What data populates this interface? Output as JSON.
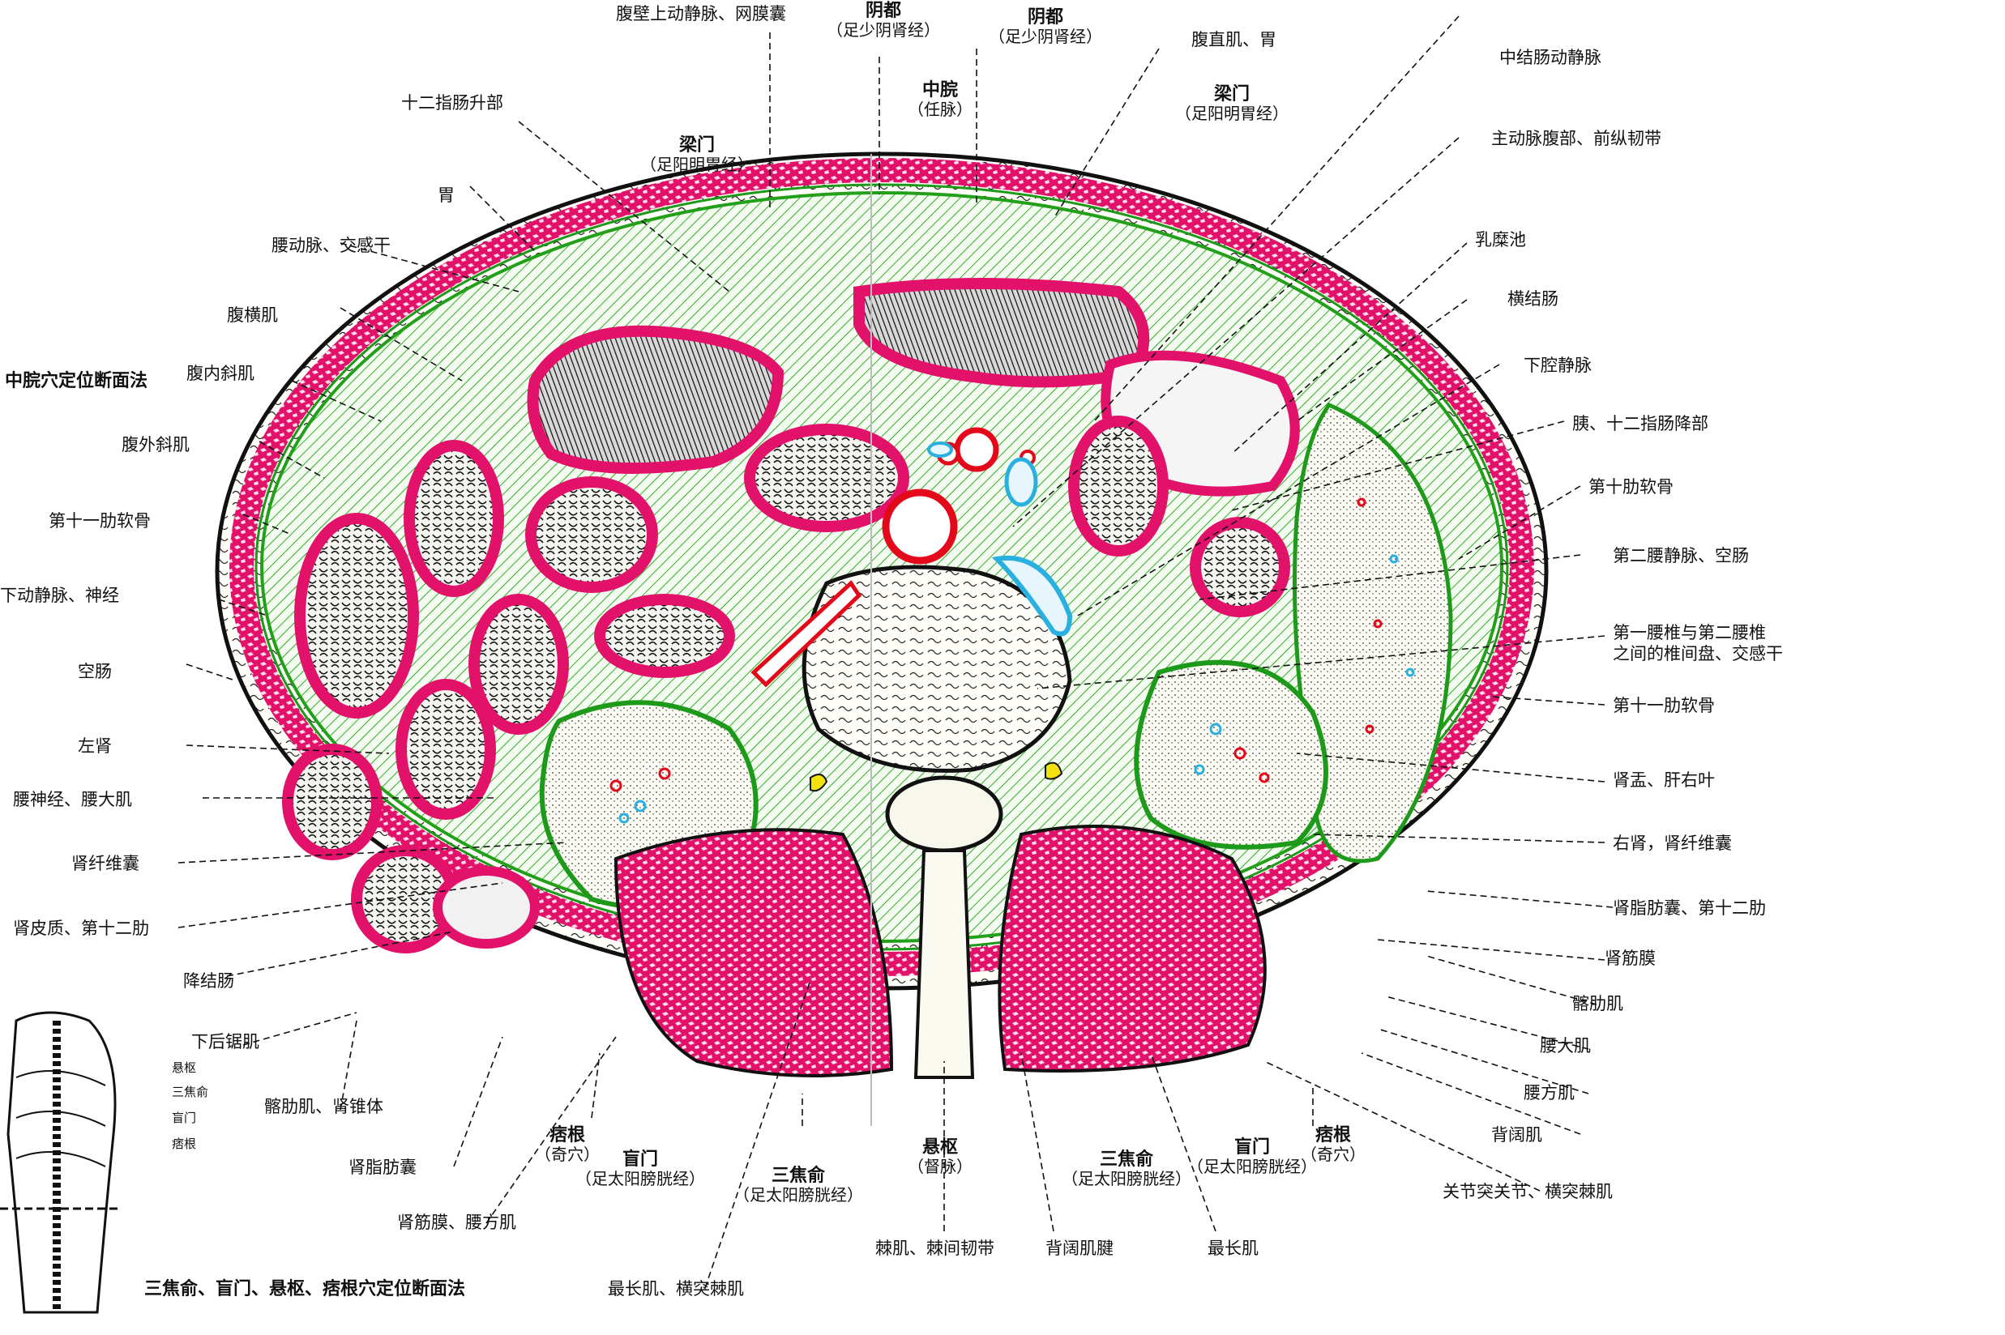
{
  "titles": {
    "top_left": "中脘穴定位断面法",
    "bottom_left": "三焦俞、盲门、悬枢、痞根穴定位断面法"
  },
  "colors": {
    "muscle": "#e2126b",
    "fascia": "#22a01a",
    "vessel": "#e3091a",
    "nerve": "#2ab0e0",
    "yellow": "#f2e20c"
  },
  "acupoints_top": [
    {
      "name": "阴都",
      "sub": "（足少阴肾经）"
    },
    {
      "name": "阴都",
      "sub": "（足少阴肾经）"
    },
    {
      "name": "中脘",
      "sub": "（任脉）"
    },
    {
      "name": "梁门",
      "sub": "（足阳明胃经）"
    },
    {
      "name": "梁门",
      "sub": "（足阳明胃经）"
    }
  ],
  "acupoints_bottom": [
    {
      "name": "痞根",
      "sub": "（奇穴）"
    },
    {
      "name": "盲门",
      "sub": "（足太阳膀胱经）"
    },
    {
      "name": "三焦俞",
      "sub": "（足太阳膀胱经）"
    },
    {
      "name": "悬枢",
      "sub": "（督脉）"
    },
    {
      "name": "三焦俞",
      "sub": "（足太阳膀胱经）"
    },
    {
      "name": "盲门",
      "sub": "（足太阳膀胱经）"
    },
    {
      "name": "痞根",
      "sub": "（奇穴）"
    }
  ],
  "labels_top": [
    "腹壁上动静脉、网膜囊",
    "十二指肠升部",
    "胃",
    "腹直肌、胃",
    "中结肠动静脉",
    "主动脉腹部、前纵韧带"
  ],
  "labels_left": [
    "腰动脉、交感干",
    "腹横肌",
    "腹内斜肌",
    "腹外斜肌",
    "第十一肋软骨",
    "下动静脉、神经",
    "空肠",
    "左肾",
    "腰神经、腰大肌",
    "肾纤维囊",
    "肾皮质、第十二肋",
    "降结肠",
    "下后锯肌",
    "髂肋肌、肾锥体",
    "肾脂肪囊",
    "肾筋膜、腰方肌"
  ],
  "labels_right": [
    "乳糜池",
    "横结肠",
    "下腔静脉",
    "胰、十二指肠降部",
    "第十肋软骨",
    "第二腰静脉、空肠",
    "第一腰椎与第二腰椎",
    "之间的椎间盘、交感干",
    "第十一肋软骨",
    "肾盂、肝右叶",
    "右肾，肾纤维囊",
    "肾脂肪囊、第十二肋",
    "肾筋膜",
    "髂肋肌",
    "腰大肌",
    "腰方肌",
    "背阔肌",
    "关节突关节、横突棘肌"
  ],
  "labels_bottom": [
    "最长肌、横突棘肌",
    "棘肌、棘间韧带",
    "背阔肌腱",
    "最长肌"
  ],
  "inset_labels": [
    "悬枢",
    "三焦俞",
    "盲门",
    "痞根"
  ]
}
